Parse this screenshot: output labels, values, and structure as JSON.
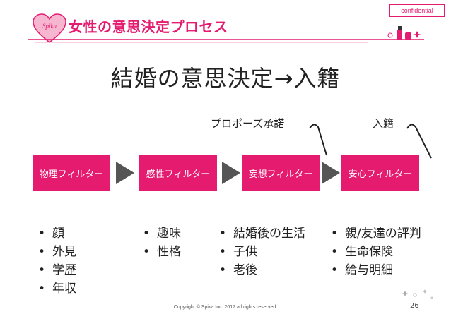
{
  "header": {
    "confidential_badge": "confidential",
    "logo_text": "Spika",
    "section_title": "女性の意思決定プロセス"
  },
  "slide": {
    "title": "結婚の意思決定→入籍",
    "callouts": [
      "プロポーズ承諾",
      "入籍"
    ],
    "stages": [
      {
        "label": "物理フィルター",
        "bullets": [
          "顔",
          "外見",
          "学歴",
          "年収"
        ]
      },
      {
        "label": "感性フィルター",
        "bullets": [
          "趣味",
          "性格"
        ]
      },
      {
        "label": "妄想フィルター",
        "bullets": [
          "結婚後の生活",
          "子供",
          "老後"
        ]
      },
      {
        "label": "安心フィルター",
        "bullets": [
          "親/友達の評判",
          "生命保険",
          "給与明細"
        ]
      }
    ]
  },
  "footer": {
    "copyright": "Copyright © Spika Inc. 2017 all rights reserved.",
    "page_number": "26"
  },
  "colors": {
    "accent": "#e41b6f",
    "arrow": "#555555"
  },
  "icons": [
    "heart-logo-icon",
    "cosmetics-icon",
    "sparkle-icon"
  ]
}
